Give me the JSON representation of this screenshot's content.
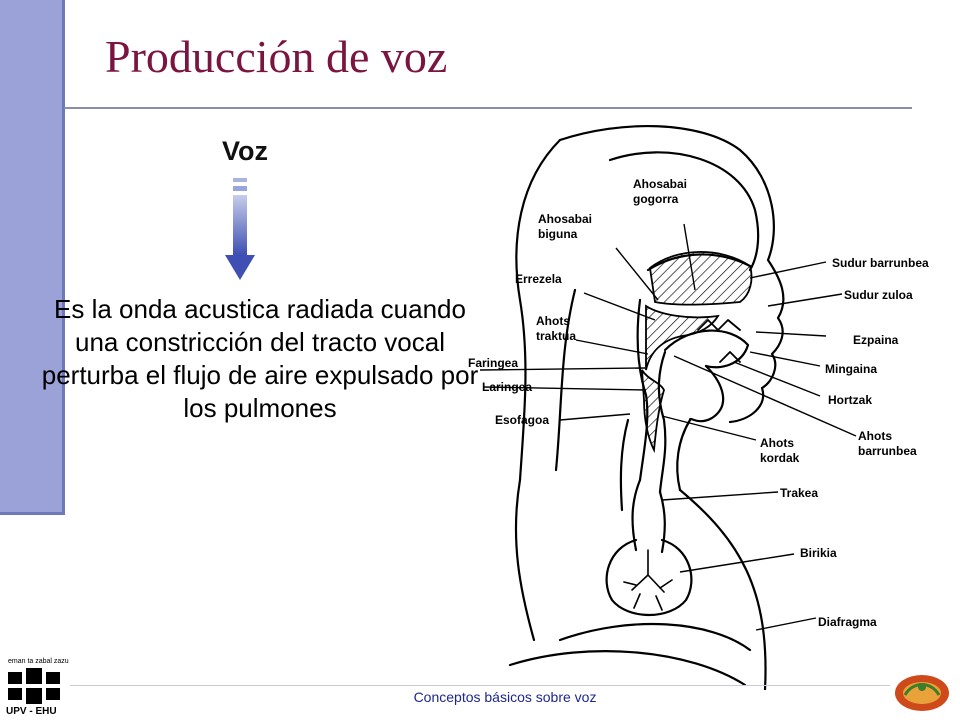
{
  "slide": {
    "title": "Producción de voz",
    "heading": "Voz",
    "definition": "Es la onda acustica radiada cuando una constricción del tracto vocal perturba el flujo de aire expulsado por los pulmones",
    "footer": "Conceptos básicos sobre voz"
  },
  "diagram": {
    "labels": {
      "ahosabai_gogorra": [
        "Ahosabai",
        "gogorra"
      ],
      "ahosabai_biguna": [
        "Ahosabai",
        "biguna"
      ],
      "errezela": [
        "Errezela"
      ],
      "ahots_traktua": [
        "Ahots",
        "traktua"
      ],
      "faringea": [
        "Faringea"
      ],
      "laringea": [
        "Laringea"
      ],
      "esofagoa": [
        "Esofagoa"
      ],
      "sudur_barrunbea": [
        "Sudur barrunbea"
      ],
      "sudur_zuloa": [
        "Sudur zuloa"
      ],
      "ezpaina": [
        "Ezpaina"
      ],
      "mingaina": [
        "Mingaina"
      ],
      "hortzak": [
        "Hortzak"
      ],
      "ahots_barrunbea": [
        "Ahots",
        "barrunbea"
      ],
      "ahots_kordak": [
        "Ahots",
        "kordak"
      ],
      "trakea": [
        "Trakea"
      ],
      "birikia": [
        "Birikia"
      ],
      "diafragma": [
        "Diafragma"
      ]
    }
  },
  "logos": {
    "upv_motto": "eman ta zabal zazu",
    "upv_name": "UPV - EHU"
  },
  "colors": {
    "title": "#7a1440",
    "sidebar": "#9aa2d8",
    "arrow": "#4a58b8",
    "footer": "#1d2790"
  }
}
